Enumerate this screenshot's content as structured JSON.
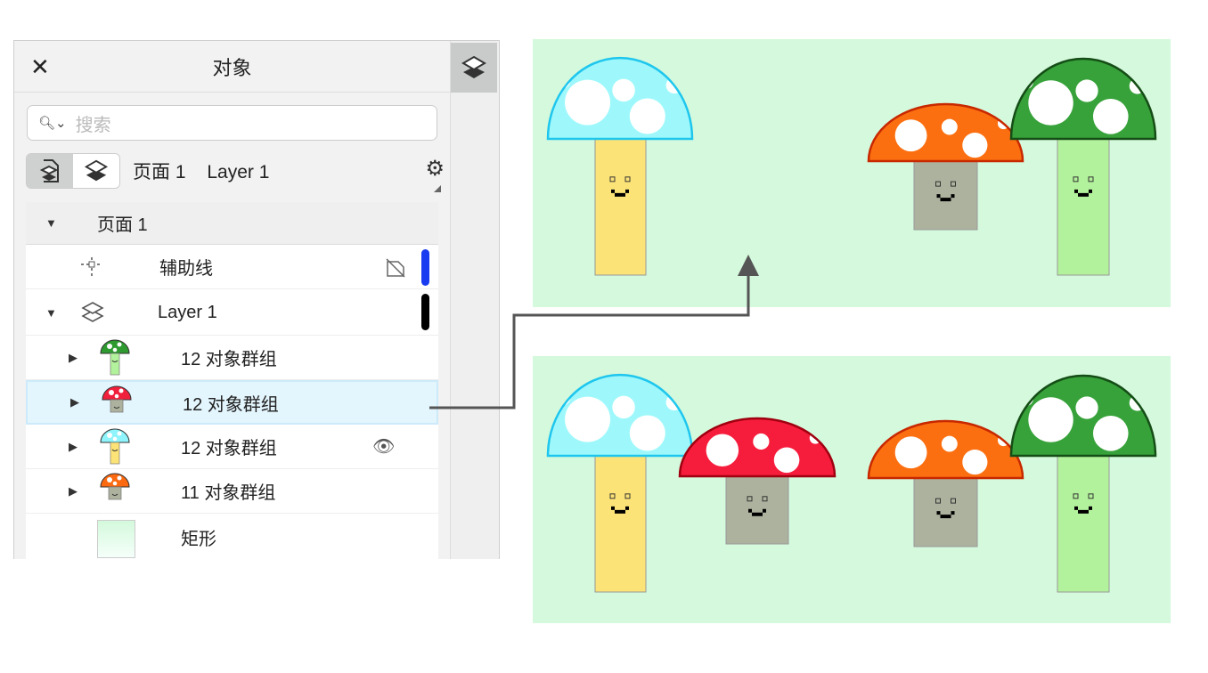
{
  "panel": {
    "title": "对象",
    "search_placeholder": "搜索",
    "breadcrumb": {
      "page": "页面 1",
      "layer": "Layer 1"
    },
    "tree": {
      "page": "页面 1",
      "guides": "辅助线",
      "layer": "Layer 1",
      "items": [
        {
          "label": "12 对象群组",
          "cap": "#2e9a30",
          "stem": "#b3f29c",
          "selected": false,
          "hidden": false
        },
        {
          "label": "12 对象群组",
          "cap": "#f0203c",
          "stem": "#adb29e",
          "selected": true,
          "hidden": false
        },
        {
          "label": "12 对象群组",
          "cap": "#8ff4fb",
          "stem": "#fce377",
          "selected": false,
          "hidden": true
        },
        {
          "label": "11 对象群组",
          "cap": "#fb6a10",
          "stem": "#adb29e",
          "selected": false,
          "hidden": false
        }
      ],
      "rect": "矩形"
    },
    "guides_color": "#1a3cf0",
    "layer_color": "#000000"
  },
  "canvas": {
    "background": "#d4f9dc",
    "colors": {
      "cyan": "#9ef8fb",
      "cyan_edge": "#1ec6ee",
      "red": "#f61c3c",
      "red_edge": "#a00010",
      "orange": "#fb6f10",
      "orange_edge": "#c82800",
      "green": "#37a23a",
      "green_edge": "#154d16",
      "yellow_stem": "#fce377",
      "gray_stem": "#adb29e",
      "green_stem": "#b3f29c"
    }
  }
}
